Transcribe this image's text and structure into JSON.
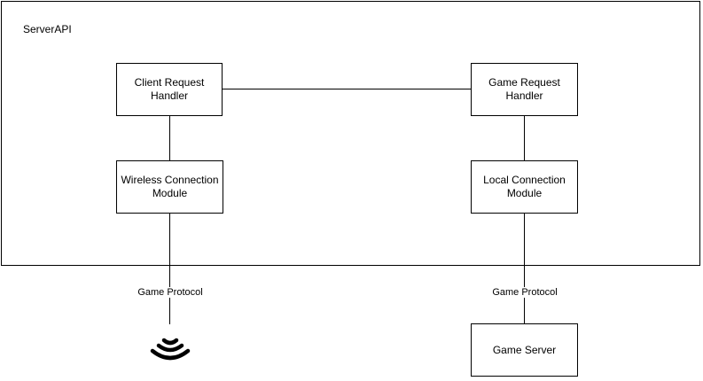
{
  "container": {
    "label": "ServerAPI"
  },
  "nodes": {
    "client_request_handler": "Client Request\nHandler",
    "game_request_handler": "Game Request\nHandler",
    "wireless_connection_module": "Wireless Connection\nModule",
    "local_connection_module": "Local Connection\nModule",
    "game_server": "Game Server"
  },
  "edges": {
    "wireless_protocol_label": "Game Protocol",
    "server_protocol_label": "Game Protocol"
  },
  "icons": {
    "wireless": "wifi-signal-icon"
  }
}
